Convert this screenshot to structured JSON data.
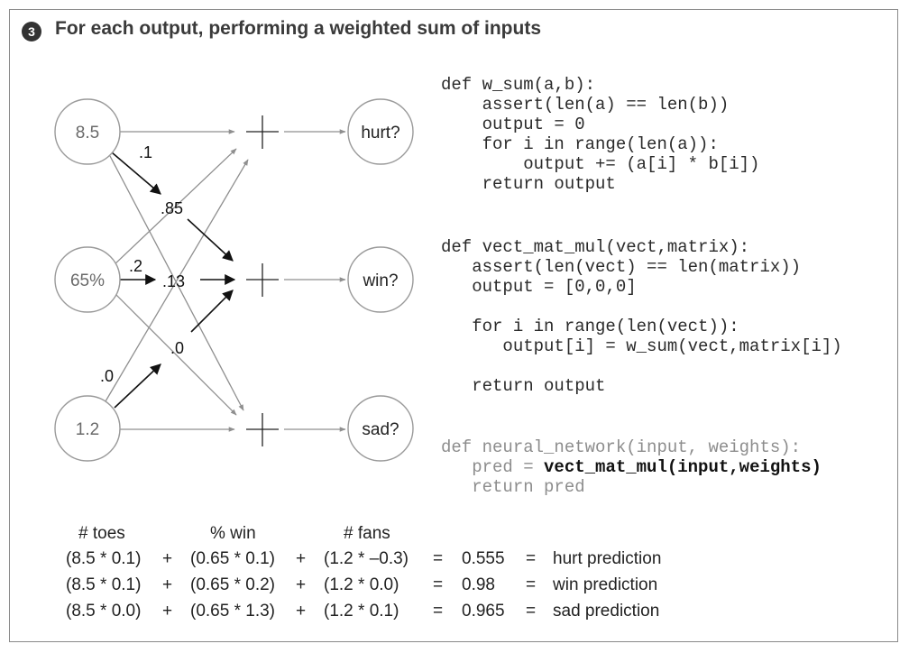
{
  "header": {
    "step": "3",
    "title": "For each output, performing a weighted sum of inputs"
  },
  "network": {
    "inputs": [
      "8.5",
      "65%",
      "1.2"
    ],
    "outputs": [
      "hurt?",
      "win?",
      "sad?"
    ],
    "weight_labels": [
      ".1",
      ".85",
      ".2",
      ".13",
      ".0",
      ".0"
    ]
  },
  "code": {
    "w_sum": [
      "def w_sum(a,b):",
      "    assert(len(a) == len(b))",
      "    output = 0",
      "    for i in range(len(a)):",
      "        output += (a[i] * b[i])",
      "    return output"
    ],
    "vect_mat_mul": [
      "def vect_mat_mul(vect,matrix):",
      "   assert(len(vect) == len(matrix))",
      "   output = [0,0,0]",
      "",
      "   for i in range(len(vect)):",
      "      output[i] = w_sum(vect,matrix[i])",
      "",
      "   return output"
    ],
    "neural_network": {
      "line1": "def neural_network(input, weights):",
      "pred_prefix": "   pred = ",
      "pred_call": "vect_mat_mul(input,weights)",
      "line3": "   return pred"
    }
  },
  "equations": {
    "headers": [
      "# toes",
      "% win",
      "# fans"
    ],
    "rows": [
      {
        "a": "(8.5 * 0.1)",
        "op1": "+",
        "b": "(0.65 * 0.1)",
        "op2": "+",
        "c": "(1.2 * –0.3)",
        "eq1": "=",
        "result": "0.555",
        "eq2": "=",
        "label": "hurt prediction"
      },
      {
        "a": "(8.5 * 0.1)",
        "op1": "+",
        "b": "(0.65 * 0.2)",
        "op2": "+",
        "c": "(1.2 * 0.0)",
        "eq1": "=",
        "result": "0.98",
        "eq2": "=",
        "label": "win prediction"
      },
      {
        "a": "(8.5 * 0.0)",
        "op1": "+",
        "b": "(0.65 * 1.3)",
        "op2": "+",
        "c": "(1.2 * 0.1)",
        "eq1": "=",
        "result": "0.965",
        "eq2": "=",
        "label": "sad prediction"
      }
    ]
  },
  "colors": {
    "frame": "#8a8a8a",
    "node_stroke": "#9a9a9a",
    "gray_edge": "#8f8f8f",
    "highlight_edge": "#111111",
    "code_gray": "#8d8d8d"
  }
}
